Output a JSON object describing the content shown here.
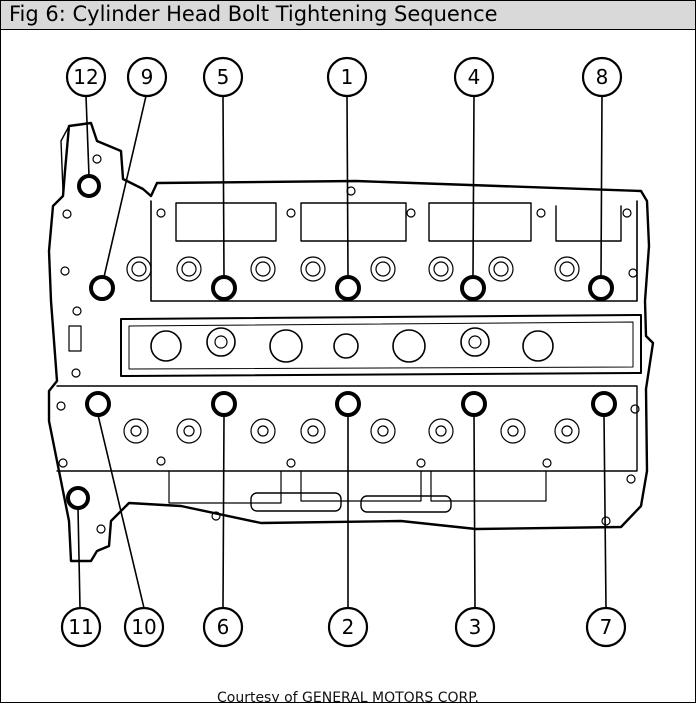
{
  "figure": {
    "title": "Fig 6: Cylinder Head Bolt Tightening Sequence",
    "credit": "Courtesy of GENERAL MOTORS CORP."
  },
  "callouts": {
    "top": [
      "12",
      "9",
      "5",
      "1",
      "4",
      "8"
    ],
    "bottom": [
      "11",
      "10",
      "6",
      "2",
      "3",
      "7"
    ]
  }
}
